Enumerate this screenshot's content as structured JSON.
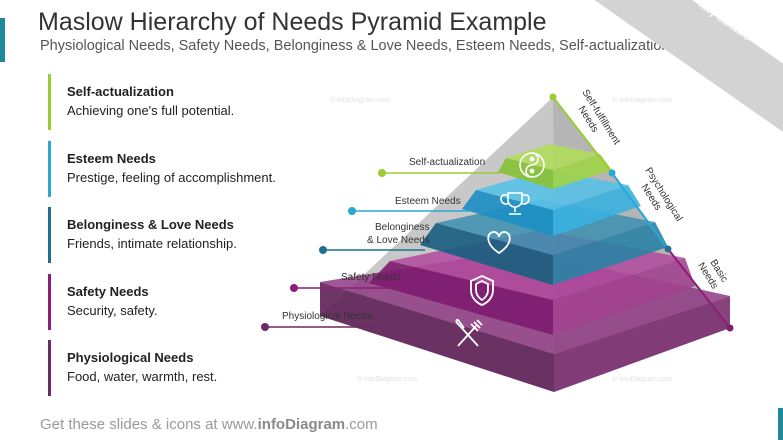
{
  "header": {
    "title": "Maslow Hierarchy of Needs Pyramid Example",
    "subtitle": "Physiological Needs, Safety Needs, Belonginess & Love Needs, Esteem Needs, Self-actualization"
  },
  "badge": {
    "line1": "Usage",
    "line2": "example",
    "line3": "fully editable"
  },
  "levels": [
    {
      "title": "Self-actualization",
      "desc": "Achieving one's full potential.",
      "color": "#9acd32"
    },
    {
      "title": "Esteem Needs",
      "desc": "Prestige, feeling of accomplishment.",
      "color": "#29a8d6"
    },
    {
      "title": "Belonginess & Love Needs",
      "desc": "Friends, intimate relationship.",
      "color": "#1f6f8f"
    },
    {
      "title": "Safety Needs",
      "desc": "Security, safety.",
      "color": "#8a1f7a"
    },
    {
      "title": "Physiological Needs",
      "desc": "Food, water, warmth, rest.",
      "color": "#6a2a66"
    }
  ],
  "pyramid": {
    "labels": {
      "self": "Self-actualization",
      "esteem": "Esteem Needs",
      "belong1": "Belonginess",
      "belong2": "& Love Needs",
      "safety": "Safety Needs",
      "physio": "Physiological Needs"
    },
    "side_labels": {
      "top1": "Self-fulfillment",
      "top2": "Needs",
      "mid1": "Psychological",
      "mid2": "Needs",
      "bot1": "Basic",
      "bot2": "Needs"
    },
    "watermark": "© infoDiagram.com",
    "icons": [
      "yin-yang-icon",
      "trophy-icon",
      "heart-icon",
      "shield-icon",
      "fork-knife-icon"
    ]
  },
  "footer": {
    "prefix": "Get these slides & icons at www.",
    "brand": "infoDiagram",
    "suffix": ".com"
  }
}
